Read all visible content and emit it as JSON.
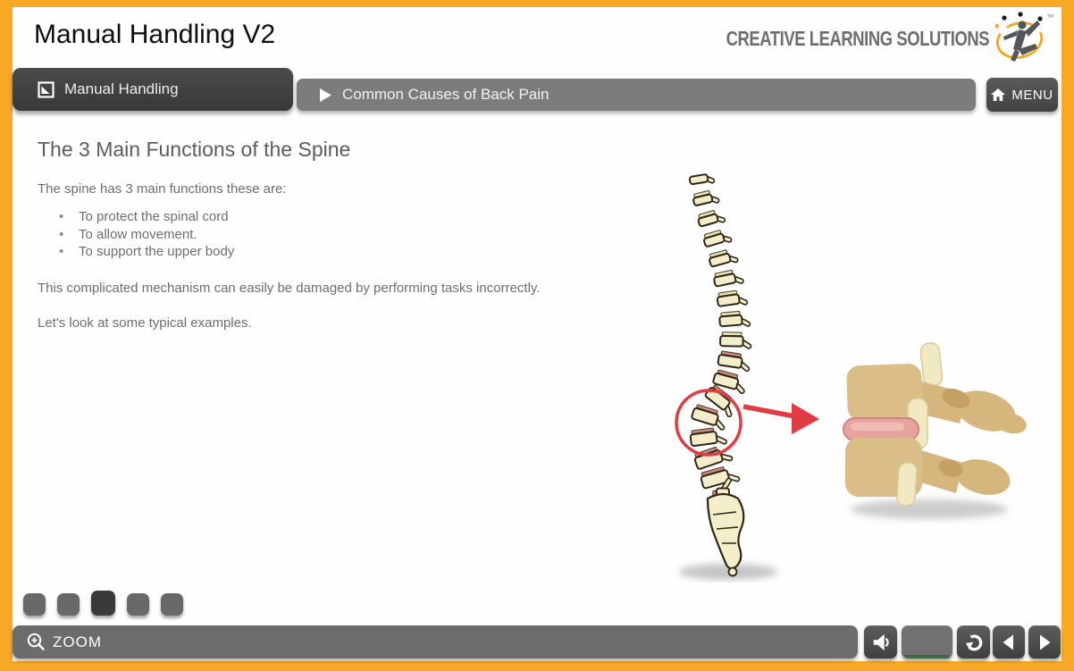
{
  "header": {
    "title": "Manual Handling V2",
    "brand": "CREATIVE LEARNING SOLUTIONS",
    "trademark": "™"
  },
  "nav": {
    "course_tab_label": "Manual Handling",
    "lesson_title": "Common Causes of Back Pain",
    "menu_label": "MENU"
  },
  "content": {
    "heading": "The 3 Main Functions of the Spine",
    "intro": "The spine has 3 main functions these are:",
    "bullets": [
      "To protect the spinal cord",
      "To allow movement.",
      "To support the upper body"
    ],
    "para_damage": "This complicated mechanism can easily be damaged by performing tasks incorrectly.",
    "para_examples": "Let's look at some typical examples."
  },
  "toolbar": {
    "zoom_label": "ZOOM"
  },
  "pager": {
    "total": 5,
    "active_index": 2
  },
  "icons": {
    "course_tab": "slide-icon",
    "lesson": "play-icon",
    "menu": "home-icon",
    "zoom": "magnifier-plus-icon",
    "audio": "speaker-icon",
    "refresh": "replay-icon",
    "back": "previous-icon",
    "forward": "next-icon"
  },
  "colors": {
    "frame_orange": "#F7A825",
    "tab_dark": "#3E3E3E",
    "bar_gray": "#7C7C7C",
    "button_dark": "#4C4C4C",
    "accent_red": "#E23B44",
    "bone_cream": "#F3EDC9",
    "bone_tan": "#DBBE87",
    "disc_pink": "#E7A49E",
    "volume_green": "#3D6B44",
    "brand_gray": "#6D6E71",
    "brand_yellow": "#F5A623"
  }
}
